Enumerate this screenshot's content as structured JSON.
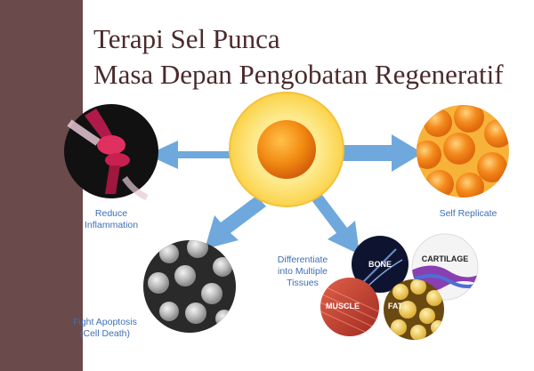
{
  "title": {
    "line1": "Terapi Sel Punca",
    "line2": "Masa Depan Pengobatan Regeneratif"
  },
  "labels": {
    "reduce_1": "Reduce",
    "reduce_2": "Inflammation",
    "self_replicate": "Self Replicate",
    "diff_1": "Differentiate",
    "diff_2": "into Multiple",
    "diff_3": "Tissues",
    "apoptosis_1": "Fight Apoptosis",
    "apoptosis_2": "(Cell Death)"
  },
  "tissues": {
    "bone": "BONE",
    "cartilage": "CARTILAGE",
    "muscle": "MUSCLE",
    "fat": "FAT"
  },
  "colors": {
    "sidebar": "#6b4a4c",
    "title": "#4a2a2c",
    "label": "#3d6fb6",
    "arrow": "#6fa8dc",
    "stem_cell": "#f6a21a"
  }
}
